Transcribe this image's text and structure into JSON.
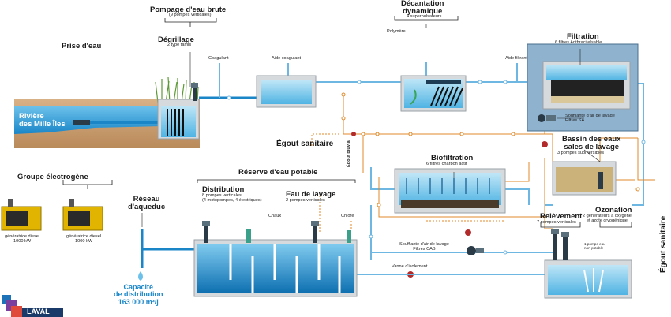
{
  "labels": {
    "prise": "Prise d'eau",
    "riviere": "Rivière\ndes Mille Îles",
    "pompage_title": "Pompage d'eau brute",
    "pompage_sub": "(9 pompes verticales)",
    "degrillage_title": "Dégrillage",
    "degrillage_sub": "2 type tamis",
    "coagulant": "Coagulant",
    "aide_coagulant": "Aide coagulant",
    "polymere": "Polymère",
    "decantation_title": "Décantation\ndynamique",
    "decantation_sub": "4 superpulsateurs",
    "filtration_title": "Filtration",
    "filtration_sub": "6 filtres Anthracite/sable",
    "aide_filtrant": "Aide filtrant",
    "souffl_sa": "Soufflante d'air de lavage\nFiltres SA",
    "egout_sanitaire_1": "Égout sanitaire",
    "egout_pluvial": "Égout pluvial",
    "bassin_title": "Bassin des eaux\nsales de lavage",
    "bassin_sub": "3 pompes submersibles",
    "egout_sanitaire_2": "Égout sanitaire",
    "groupe": "Groupe électrogène",
    "gen1": "génératrice diesel\n1000 kW",
    "gen2": "génératrice diesel\n1000 kW",
    "reserve": "Réserve d'eau potable",
    "distribution_title": "Distribution",
    "distribution_sub": "8 pompes verticales\n(4 motopompes, 4 électriques)",
    "eau_lavage_title": "Eau de lavage",
    "eau_lavage_sub": "2 pompes verticales",
    "chaux": "Chaux",
    "chlore": "Chlore",
    "reseau": "Réseau\nd'aqueduc",
    "capacite": "Capacité\nde distribution\n163 000 m³/j",
    "biofiltration_title": "Biofiltration",
    "biofiltration_sub": "6 filtres charbon actif",
    "souffl_cab": "Soufflante d'air de lavage\nFiltres CAB",
    "vanne": "Vanne d'isolement",
    "relevement_title": "Relèvement",
    "relevement_sub": "7 pompes verticales",
    "ozonation_title": "Ozonation",
    "ozonation_sub": "2 générateurs à oxygène\net azote cryogénique",
    "pompe_eau": "1 pompe eau\nnon-potable",
    "logo": "LAVAL"
  },
  "colors": {
    "water_light": "#bfe6f7",
    "water_deep": "#1f8fce",
    "pipe_blue": "#6fb7e3",
    "pipe_orange": "#e08a2a",
    "pipe_red": "#b22a2a",
    "tank_grey": "#d7dadd",
    "filtration_bg": "#8fb3cf",
    "soil": "#c79a6a",
    "grass": "#6ea543",
    "generator": "#e0b400",
    "sludge": "#cbb27a",
    "logo_accent": "#1e73b8"
  }
}
